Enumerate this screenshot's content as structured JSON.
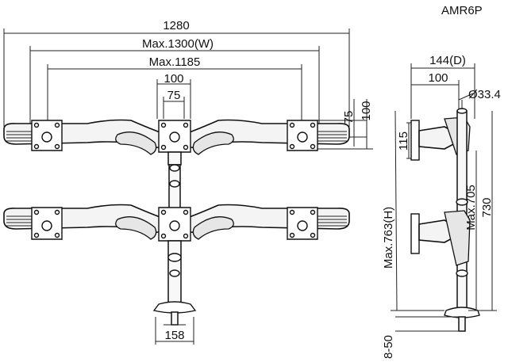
{
  "model": "AMR6P",
  "front_view": {
    "total_width": "1280",
    "max_width": "Max.1300(W)",
    "max_span": "Max.1185",
    "vesa_outer": "100",
    "vesa_inner": "75",
    "vesa_height_small": "75",
    "vesa_height_large": "100",
    "base_width": "158"
  },
  "side_view": {
    "depth": "144(D)",
    "offset": "100",
    "pole_diameter": "Ø33.4",
    "plate_height": "115",
    "max_height": "Max.763(H)",
    "max_705": "Max.705",
    "pole_730": "730",
    "clamp_range": "8-50"
  }
}
